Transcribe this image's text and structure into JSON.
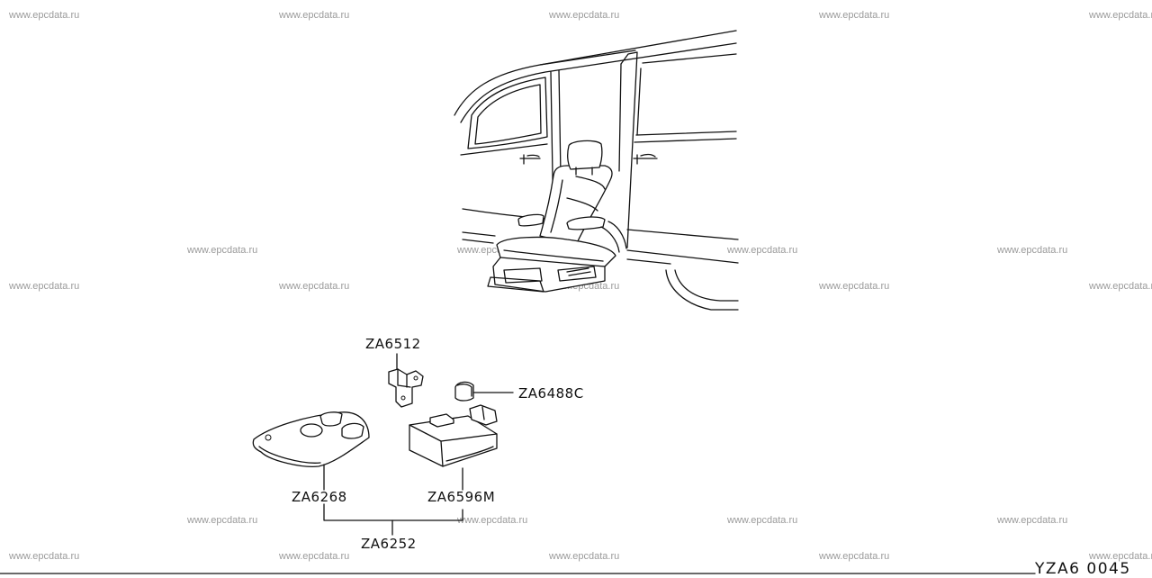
{
  "watermark": "www.epcdata.ru",
  "parts": {
    "bracket": "ZA6512",
    "clip": "ZA6488C",
    "remote": "ZA6268",
    "controller": "ZA6596M",
    "kit": "ZA6252"
  },
  "diagram_id": "YZA6 0045"
}
